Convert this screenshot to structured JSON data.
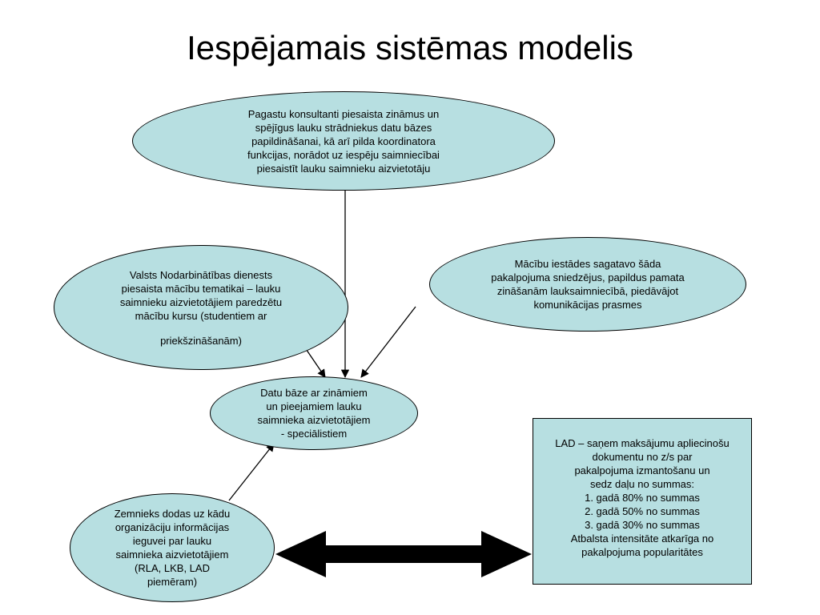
{
  "title": "Iespējamais sistēmas modelis",
  "nodes": {
    "consultants": {
      "lines": [
        "Pagastu konsultanti piesaista zināmus un",
        "spējīgus lauku strādniekus datu bāzes",
        "papildināšanai, kā arī pilda koordinatora",
        "funkcijas, norādot uz iespēju saimniecībai",
        "piesaistīt lauku saimnieku aizvietotāju"
      ]
    },
    "employment_service": {
      "lines": [
        "Valsts Nodarbinātības dienests",
        "piesaista mācību tematikai – lauku",
        "saimnieku aizvietotājiem paredzētu",
        "mācību kursu (studentiem ar",
        "priekšzināšanām)"
      ]
    },
    "schools": {
      "lines": [
        "Mācību iestādes sagatavo šāda",
        "pakalpojuma sniedzējus, papildus pamata",
        "zināšanām lauksaimniecībā, piedāvājot",
        "komunikācijas prasmes"
      ]
    },
    "database": {
      "lines": [
        "Datu bāze ar zināmiem",
        "un pieejamiem lauku",
        "saimnieka aizvietotājiem",
        "- speciālistiem"
      ]
    },
    "farmer": {
      "lines": [
        "Zemnieks dodas uz  kādu",
        "organizāciju informācijas",
        "ieguvei par lauku",
        "saimnieka aizvietotājiem",
        "(RLA, LKB, LAD",
        "piemēram)"
      ]
    },
    "lad": {
      "lines": [
        "LAD – saņem maksājumu apliecinošu",
        "dokumentu no z/s par",
        "pakalpojuma izmantošanu un",
        "sedz daļu no summas:",
        "1. gadā 80% no summas",
        "2. gadā 50% no summas",
        "3. gadā 30% no summas",
        "Atbalsta intensitāte atkarīga no",
        "pakalpojuma popularitātes"
      ]
    }
  },
  "colors": {
    "fill": "#b7dfe1",
    "stroke": "#000000"
  }
}
